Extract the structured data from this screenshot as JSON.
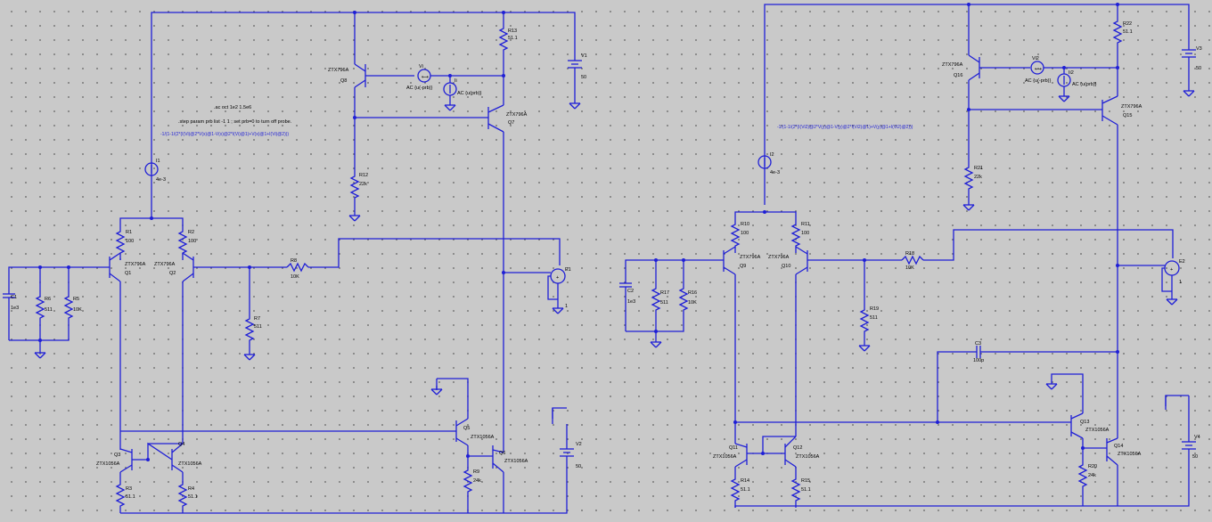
{
  "colors": {
    "background": "#c9c9c9",
    "wire": "#1f1fd6",
    "grid_dot": "#555555",
    "text": "#000000"
  },
  "directives": {
    "left": {
      "ac": ".ac oct 1e2 1.5e6",
      "step": ".step param prb list -1 1 ; set prb=0 to turn off probe.",
      "formula": "-1/(1-1/(2*(I(Vi)@2*V(x)@1-V(x)@2*I(Vi)@1)+V(x)@1+I(Vi)@2)))"
    },
    "right": {
      "formula": "-1/(1-1/(2*(I(Vi2)@2*V(y)@1-V(y)@2*I(Vi2)@1)+V(y)@1+I(Vi2)@2)))"
    }
  },
  "components": {
    "left": {
      "R1": {
        "ref": "R1",
        "val": "100"
      },
      "R2": {
        "ref": "R2",
        "val": "100"
      },
      "R3": {
        "ref": "R3",
        "val": "51.1"
      },
      "R4": {
        "ref": "R4",
        "val": "51.1"
      },
      "R5": {
        "ref": "R5",
        "val": "10K"
      },
      "R6": {
        "ref": "R6",
        "val": "511"
      },
      "R7": {
        "ref": "R7",
        "val": "511"
      },
      "R8": {
        "ref": "R8",
        "val": "10K"
      },
      "R9": {
        "ref": "R9",
        "val": "24k"
      },
      "R12": {
        "ref": "R12",
        "val": "22k"
      },
      "R13": {
        "ref": "R13",
        "val": "51.1"
      },
      "C1": {
        "ref": "C1",
        "val": "1e3"
      },
      "I1": {
        "ref": "I1",
        "val": "4e-3"
      },
      "Vi": {
        "ref": "Vi",
        "val": "AC {u(-prb)}"
      },
      "Ii": {
        "ref": "Ii",
        "val": "AC {u(prb)}"
      },
      "V1": {
        "ref": "V1",
        "val": "50"
      },
      "V2": {
        "ref": "V2",
        "val": "50"
      },
      "E1": {
        "ref": "E1",
        "val": "1"
      },
      "Q1": {
        "ref": "Q1",
        "model": "ZTX796A"
      },
      "Q2": {
        "ref": "Q2",
        "model": "ZTX796A"
      },
      "Q3": {
        "ref": "Q3",
        "model": "ZTX1056A"
      },
      "Q4": {
        "ref": "Q4",
        "model": "ZTX1056A"
      },
      "Q5": {
        "ref": "Q5",
        "model": "ZTX1056A"
      },
      "Q6": {
        "ref": "Q6",
        "model": "ZTX1056A"
      },
      "Q7": {
        "ref": "Q7",
        "model": "ZTX796A"
      },
      "Q8": {
        "ref": "Q8",
        "model": "ZTX796A"
      },
      "net_x": "x"
    },
    "right": {
      "R10": {
        "ref": "R10",
        "val": "100"
      },
      "R11": {
        "ref": "R11",
        "val": "100"
      },
      "R14": {
        "ref": "R14",
        "val": "51.1"
      },
      "R15": {
        "ref": "R15",
        "val": "51.1"
      },
      "R16": {
        "ref": "R16",
        "val": "10K"
      },
      "R17": {
        "ref": "R17",
        "val": "511"
      },
      "R18": {
        "ref": "R18",
        "val": "10K"
      },
      "R19": {
        "ref": "R19",
        "val": "511"
      },
      "R20": {
        "ref": "R20",
        "val": "24k"
      },
      "R21": {
        "ref": "R21",
        "val": "22k"
      },
      "R22": {
        "ref": "R22",
        "val": "51.1"
      },
      "C2": {
        "ref": "C2",
        "val": "1e3"
      },
      "C3": {
        "ref": "C3",
        "val": "100p"
      },
      "I2": {
        "ref": "I2",
        "val": "4e-3"
      },
      "Vi2": {
        "ref": "Vi2",
        "val": "AC {u(-prb)}"
      },
      "Ii2": {
        "ref": "Ii2",
        "val": "AC {u(prb)}"
      },
      "V3": {
        "ref": "V3",
        "val": "50"
      },
      "V4": {
        "ref": "V4",
        "val": "50"
      },
      "E2": {
        "ref": "E2",
        "val": "1"
      },
      "Q9": {
        "ref": "Q9",
        "model": "ZTX796A"
      },
      "Q10": {
        "ref": "Q10",
        "model": "ZTX796A"
      },
      "Q11": {
        "ref": "Q11",
        "model": "ZTX1056A"
      },
      "Q12": {
        "ref": "Q12",
        "model": "ZTX1056A"
      },
      "Q13": {
        "ref": "Q13",
        "model": "ZTX1056A"
      },
      "Q14": {
        "ref": "Q14",
        "model": "ZTX1056A"
      },
      "Q15": {
        "ref": "Q15",
        "model": "ZTX796A"
      },
      "Q16": {
        "ref": "Q16",
        "model": "ZTX796A"
      },
      "net_y": "y"
    }
  }
}
